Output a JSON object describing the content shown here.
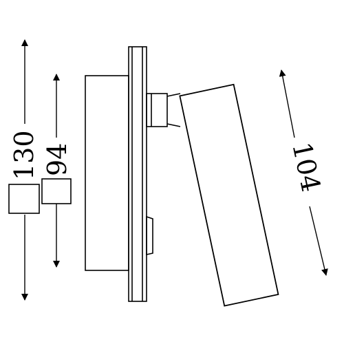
{
  "drawing": {
    "dimensions": {
      "outer_square": "130",
      "inner_square": "94",
      "head_length": "104"
    }
  }
}
